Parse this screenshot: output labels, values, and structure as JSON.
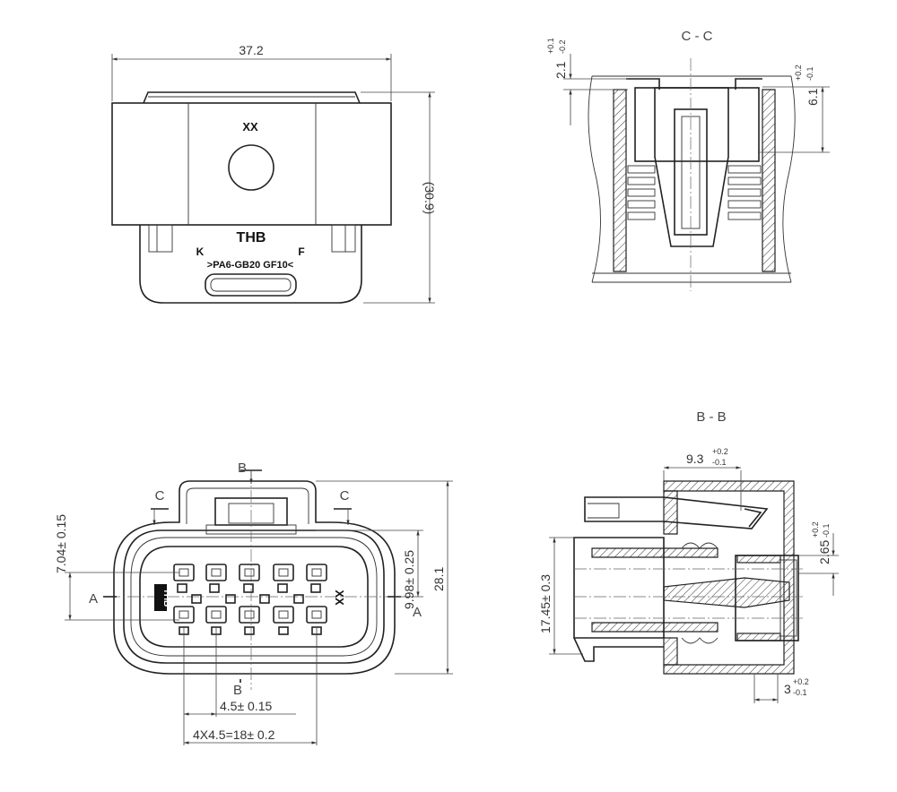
{
  "top_view": {
    "width_dim": "37.2",
    "height_dim": "(30.9)",
    "mark_xx": "XX",
    "brand": "THB",
    "label_k": "K",
    "label_f": "F",
    "material": ">PA6-GB20 GF10<"
  },
  "section_cc": {
    "title": "C - C",
    "dim_a": "2.1",
    "dim_a_tol_hi": "+0.1",
    "dim_a_tol_lo": "-0.2",
    "dim_b": "6.1",
    "dim_b_tol_hi": "+0.2",
    "dim_b_tol_lo": "-0.1"
  },
  "front_view": {
    "label_b": "B",
    "label_c": "C",
    "label_a": "A",
    "dim_left": "7.04± 0.15",
    "dim_mid": "9.98± 0.25",
    "dim_height": "28.1",
    "dim_pitch": "4.5± 0.15",
    "dim_span": "4X4.5=18± 0.2",
    "brand": "THB",
    "mark_xx": "XX"
  },
  "section_bb": {
    "title": "B - B",
    "dim_top": "9.3",
    "dim_top_tol_hi": "+0.2",
    "dim_top_tol_lo": "-0.1",
    "dim_height": "17.45± 0.3",
    "dim_right": "2.65",
    "dim_right_tol_hi": "+0.2",
    "dim_right_tol_lo": "-0.1",
    "dim_bottom": "3",
    "dim_bottom_tol_hi": "+0.2",
    "dim_bottom_tol_lo": "-0.1"
  }
}
